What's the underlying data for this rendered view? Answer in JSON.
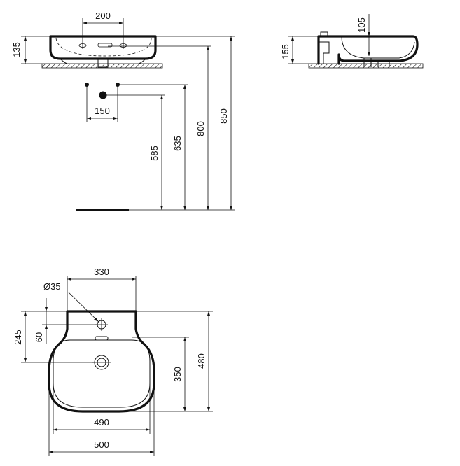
{
  "front_view": {
    "dims": {
      "tap_spacing": "200",
      "basin_height": "135",
      "waste_spacing": "150",
      "d585": "585",
      "d635": "635",
      "d800": "800",
      "d850": "850"
    }
  },
  "side_view": {
    "dims": {
      "d105": "105",
      "d155": "155"
    }
  },
  "top_view": {
    "dims": {
      "tap_hole_diameter": "Ø35",
      "deck_width": "330",
      "d245": "245",
      "d60": "60",
      "d350": "350",
      "d480": "480",
      "d490": "490",
      "d500": "500"
    }
  }
}
